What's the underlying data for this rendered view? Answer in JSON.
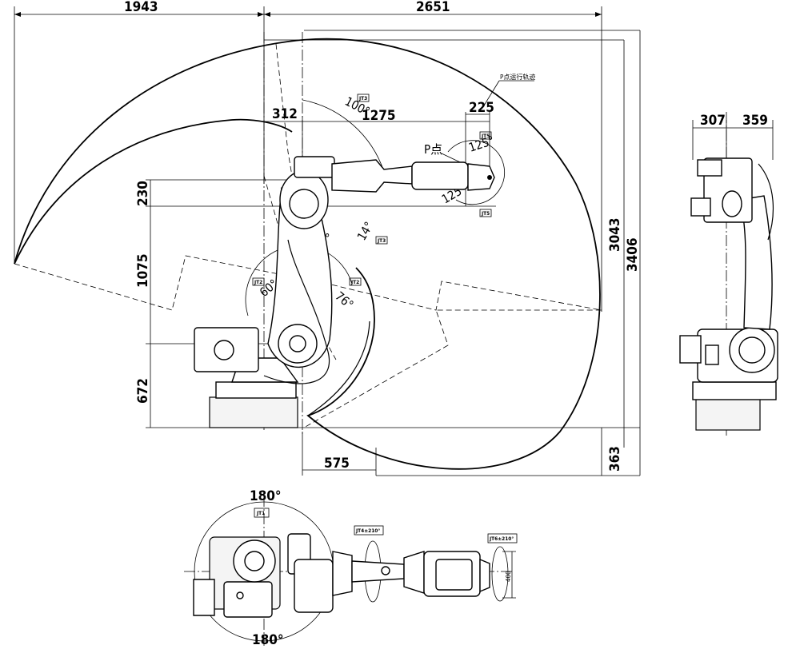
{
  "side_view": {
    "dim_top_left": "1943",
    "dim_top_right": "2651",
    "dim_reach_312": "312",
    "dim_reach_1275": "1275",
    "dim_reach_225": "225",
    "dim_230": "230",
    "dim_1075": "1075",
    "dim_672": "672",
    "dim_575": "575",
    "dim_3043": "3043",
    "dim_3406": "3406",
    "dim_363": "363",
    "angle_jt3_100": "100°",
    "angle_jt3_14": "14°",
    "angle_jt5_125_top": "125°",
    "angle_jt5_125_bottom": "125°",
    "angle_jt4_180": "180°",
    "angle_jt2_60": "60°",
    "angle_jt2_76": "76°",
    "label_p_point": "P点",
    "label_trajectory": "P点运行轨迹",
    "tag_jt3_top": "JT3",
    "tag_jt3_bottom": "JT3",
    "tag_jt5_top": "JT5",
    "tag_jt5_bottom": "JT5",
    "tag_jt2_left": "JT2",
    "tag_jt2_right": "JT2"
  },
  "front_view": {
    "dim_307": "307",
    "dim_359": "359"
  },
  "top_view": {
    "angle_top": "180°",
    "angle_bottom": "180°",
    "tag_jt1": "JT1",
    "tag_jt4": "JT4±210°",
    "tag_jt6": "JT6±210°",
    "dim_400": "400"
  }
}
